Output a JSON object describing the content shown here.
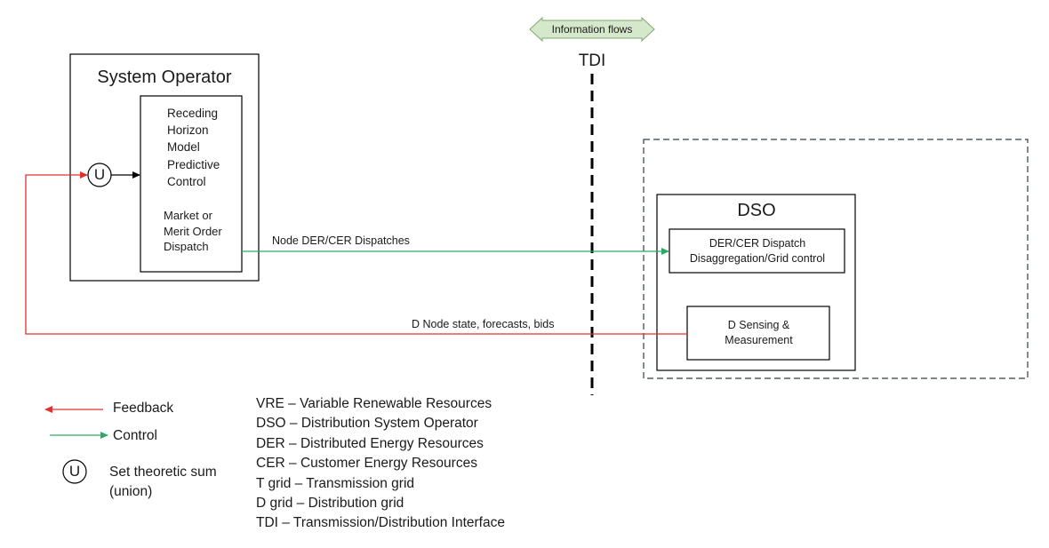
{
  "system_operator": {
    "title": "System Operator",
    "control_box": {
      "mpc_lines": [
        "Receding",
        "Horizon",
        "Model",
        "Predictive",
        "Control"
      ],
      "dispatch_lines": [
        "Market or",
        "Merit Order",
        "Dispatch"
      ]
    },
    "union_symbol": "U"
  },
  "interface": {
    "information_flows": "Information flows",
    "tdi": "TDI"
  },
  "dso": {
    "title": "DSO",
    "dispatch_box": [
      "DER/CER Dispatch",
      "Disaggregation/Grid control"
    ],
    "sensing_box": [
      "D Sensing &",
      "Measurement"
    ]
  },
  "flows": {
    "control_label": "Node DER/CER Dispatches",
    "feedback_label": "D Node state, forecasts, bids"
  },
  "legend": {
    "feedback": "Feedback",
    "control": "Control",
    "union_symbol": "U",
    "union_lines": [
      "Set theoretic sum",
      "(union)"
    ]
  },
  "glossary": [
    "VRE – Variable Renewable Resources",
    "DSO – Distribution System Operator",
    "DER – Distributed Energy Resources",
    "CER – Customer Energy Resources",
    "T grid – Transmission grid",
    "D grid –  Distribution grid",
    "TDI – Transmission/Distribution Interface"
  ],
  "colors": {
    "feedback": "#e03030",
    "control": "#2ea866",
    "info_arrow_fill": "#d6e8cc",
    "info_arrow_stroke": "#7fa86a",
    "box_stroke": "#000000",
    "dso_region_stroke": "#2f3e4e"
  }
}
